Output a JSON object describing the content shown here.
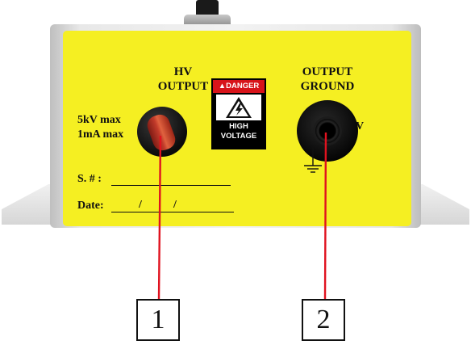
{
  "panel": {
    "hv_output_title": [
      "HV",
      "OUTPUT"
    ],
    "output_ground_title": [
      "OUTPUT",
      "GROUND"
    ],
    "hv_spec": [
      "5kV max",
      "1mA max"
    ],
    "ground_voltage": "0V",
    "serial_label": "S. # :",
    "date_label": "Date:",
    "date_separator": "/"
  },
  "danger_sign": {
    "header": "DANGER",
    "lines": [
      "HIGH",
      "VOLTAGE"
    ]
  },
  "callouts": [
    "1",
    "2"
  ],
  "colors": {
    "panel": "#f5ef22",
    "leader_line": "#e0121f",
    "danger_red": "#d7141a"
  }
}
